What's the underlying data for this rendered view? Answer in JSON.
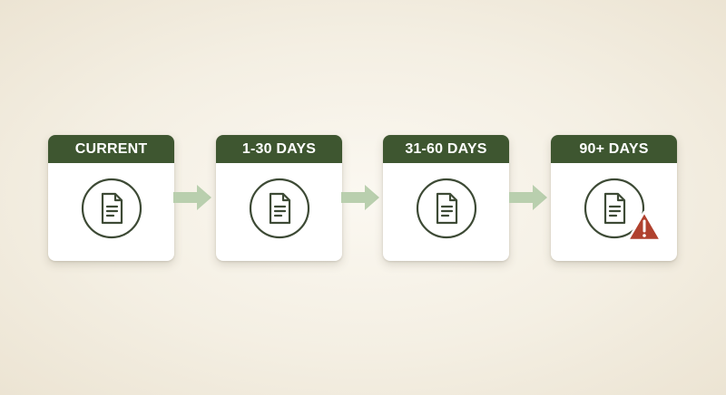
{
  "stages": [
    {
      "label": "CURRENT"
    },
    {
      "label": "1-30 DAYS"
    },
    {
      "label": "31-60 DAYS"
    },
    {
      "label": "90+ DAYS"
    }
  ],
  "colors": {
    "header": "#3e5630",
    "icon_stroke": "#3d4a35",
    "arrow": "#b9cfae",
    "warning": "#b0412e"
  },
  "icons": {
    "stage": "document-icon",
    "connector": "arrow-right-icon",
    "alert": "warning-icon"
  }
}
